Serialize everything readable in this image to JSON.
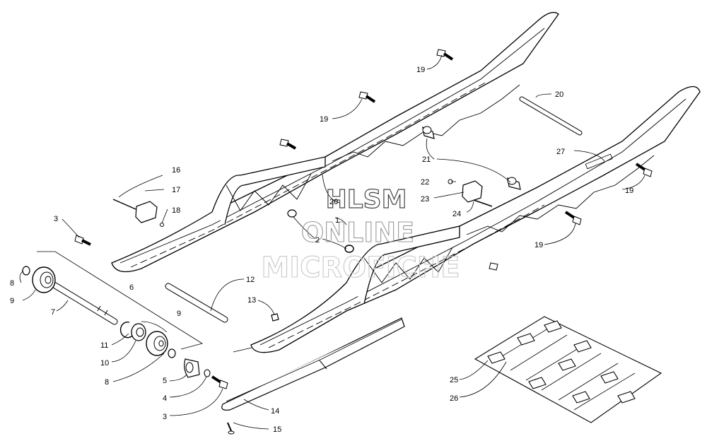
{
  "diagram": {
    "callouts": [
      {
        "id": "c1",
        "text": "1"
      },
      {
        "id": "c2",
        "text": "2"
      },
      {
        "id": "c3a",
        "text": "3"
      },
      {
        "id": "c3b",
        "text": "3"
      },
      {
        "id": "c4",
        "text": "4"
      },
      {
        "id": "c5",
        "text": "5"
      },
      {
        "id": "c6",
        "text": "6"
      },
      {
        "id": "c7",
        "text": "7"
      },
      {
        "id": "c8a",
        "text": "8"
      },
      {
        "id": "c8b",
        "text": "8"
      },
      {
        "id": "c9a",
        "text": "9"
      },
      {
        "id": "c9b",
        "text": "9"
      },
      {
        "id": "c10",
        "text": "10"
      },
      {
        "id": "c11",
        "text": "11"
      },
      {
        "id": "c12",
        "text": "12"
      },
      {
        "id": "c13",
        "text": "13"
      },
      {
        "id": "c14",
        "text": "14"
      },
      {
        "id": "c15",
        "text": "15"
      },
      {
        "id": "c16",
        "text": "16"
      },
      {
        "id": "c17",
        "text": "17"
      },
      {
        "id": "c18",
        "text": "18"
      },
      {
        "id": "c19a",
        "text": "19"
      },
      {
        "id": "c19b",
        "text": "19"
      },
      {
        "id": "c19c",
        "text": "19"
      },
      {
        "id": "c19d",
        "text": "19"
      },
      {
        "id": "c20a",
        "text": "20"
      },
      {
        "id": "c20b",
        "text": "20"
      },
      {
        "id": "c21",
        "text": "21"
      },
      {
        "id": "c22",
        "text": "22"
      },
      {
        "id": "c23",
        "text": "23"
      },
      {
        "id": "c24",
        "text": "24"
      },
      {
        "id": "c25",
        "text": "25"
      },
      {
        "id": "c26",
        "text": "26"
      },
      {
        "id": "c27",
        "text": "27"
      }
    ]
  },
  "watermark": {
    "line1": "HLSM",
    "line2": "ONLINE",
    "line3": "MICROFICHE"
  }
}
